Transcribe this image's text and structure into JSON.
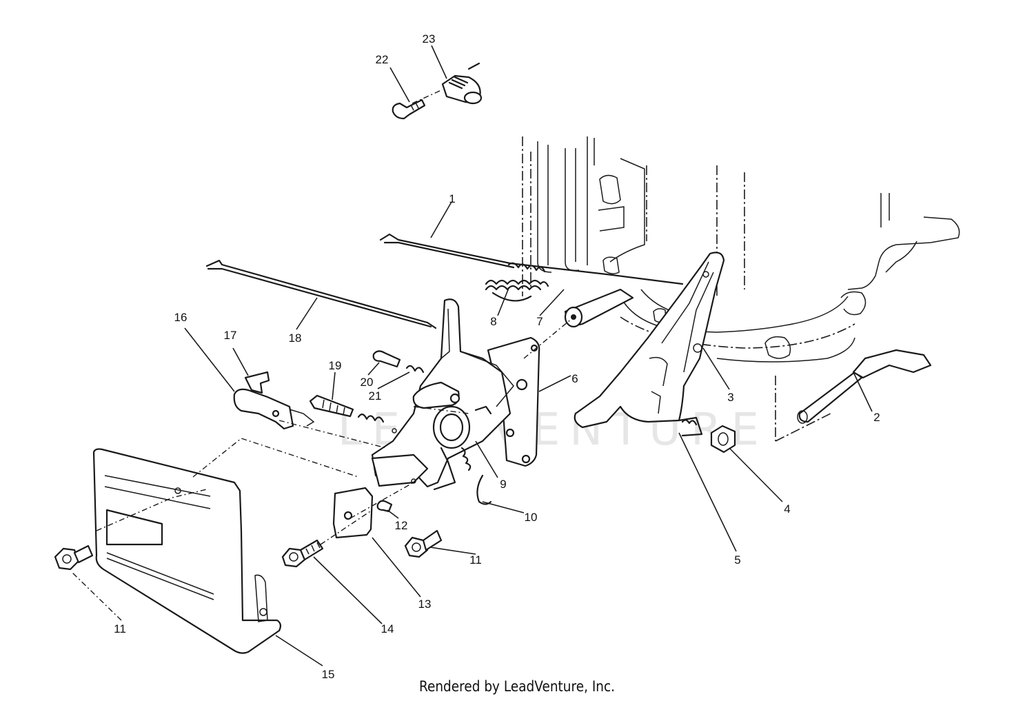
{
  "diagram": {
    "callouts": [
      {
        "id": "callout-1",
        "text": "1"
      },
      {
        "id": "callout-2",
        "text": "2"
      },
      {
        "id": "callout-3",
        "text": "3"
      },
      {
        "id": "callout-4",
        "text": "4"
      },
      {
        "id": "callout-5",
        "text": "5"
      },
      {
        "id": "callout-6",
        "text": "6"
      },
      {
        "id": "callout-7",
        "text": "7"
      },
      {
        "id": "callout-8",
        "text": "8"
      },
      {
        "id": "callout-9",
        "text": "9"
      },
      {
        "id": "callout-10",
        "text": "10"
      },
      {
        "id": "callout-11a",
        "text": "11"
      },
      {
        "id": "callout-11b",
        "text": "11"
      },
      {
        "id": "callout-12",
        "text": "12"
      },
      {
        "id": "callout-13",
        "text": "13"
      },
      {
        "id": "callout-14",
        "text": "14"
      },
      {
        "id": "callout-15",
        "text": "15"
      },
      {
        "id": "callout-16",
        "text": "16"
      },
      {
        "id": "callout-17",
        "text": "17"
      },
      {
        "id": "callout-18",
        "text": "18"
      },
      {
        "id": "callout-19",
        "text": "19"
      },
      {
        "id": "callout-20",
        "text": "20"
      },
      {
        "id": "callout-21",
        "text": "21"
      },
      {
        "id": "callout-22",
        "text": "22"
      },
      {
        "id": "callout-23",
        "text": "23"
      }
    ],
    "watermark": "LEADVENTURE"
  },
  "footer": {
    "text": "Rendered by LeadVenture, Inc."
  }
}
